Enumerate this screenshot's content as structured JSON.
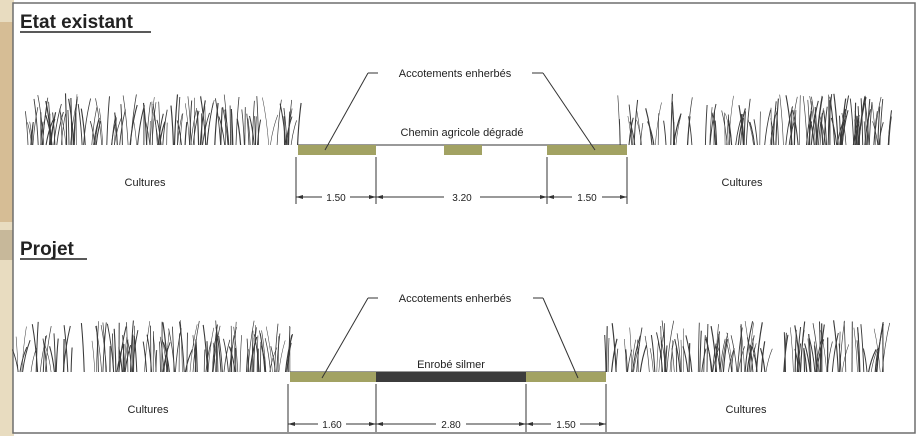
{
  "colors": {
    "frame": "#6e6e6e",
    "shoulder": "#a2a263",
    "asphalt": "#3c3c3c",
    "line": "#333333",
    "grass": "#3a3a3a",
    "text": "#222222",
    "map_strip": "#b89a5a"
  },
  "sections": [
    {
      "id": "existing",
      "heading": "Etat existant",
      "callout": "Accotements enherbés",
      "road_label": "Chemin agricole dégradé",
      "left_field": "Cultures",
      "right_field": "Cultures",
      "dims": [
        "1.50",
        "3.20",
        "1.50"
      ]
    },
    {
      "id": "project",
      "heading": "Projet",
      "callout": "Accotements enherbés",
      "road_label": "Enrobé silmer",
      "left_field": "Cultures",
      "right_field": "Cultures",
      "dims": [
        "1.60",
        "2.80",
        "1.50"
      ]
    }
  ]
}
